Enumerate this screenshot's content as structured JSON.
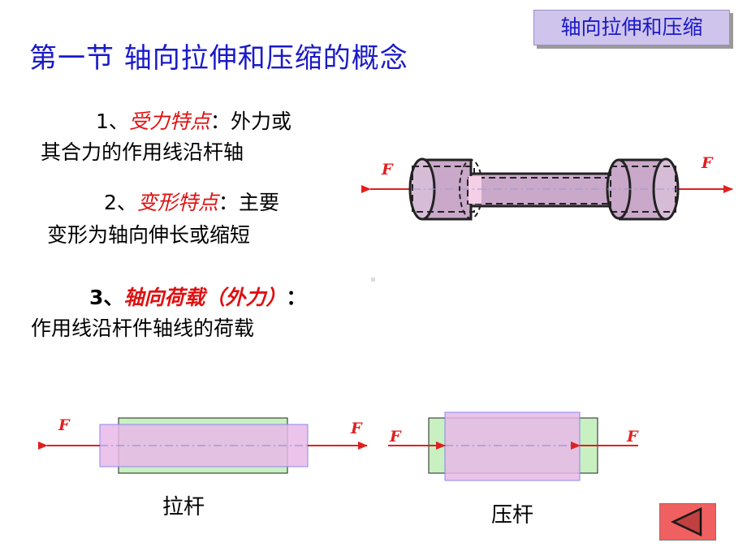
{
  "title": "第一节 轴向拉伸和压缩的概念",
  "topic": "轴向拉伸和压缩",
  "points": [
    {
      "num": "1、",
      "keyword": "受力特点",
      "sep": "：",
      "line1_rest": "外力或",
      "line2": "其合力的作用线沿杆轴"
    },
    {
      "num": "2、",
      "keyword": "变形特点",
      "sep": "：",
      "line1_rest": "主要",
      "line2": "变形为轴向伸长或缩短"
    },
    {
      "num": "3、",
      "keyword": "轴向荷载（外力）",
      "sep": "：",
      "line1_rest": "",
      "line2": "作用线沿杆件轴线的荷载"
    }
  ],
  "figures": {
    "force_symbol": "F",
    "tension_label": "拉杆",
    "compression_label": "压杆"
  },
  "nav": {
    "icon": "triangle-left-icon"
  },
  "colors": {
    "title": "#1a1ac8",
    "keyword": "#e01010",
    "arrow": "#e02020",
    "green_bar": "#c8f0c0",
    "pink_bar": "#e8b8e8",
    "back_button": "#f06060"
  }
}
